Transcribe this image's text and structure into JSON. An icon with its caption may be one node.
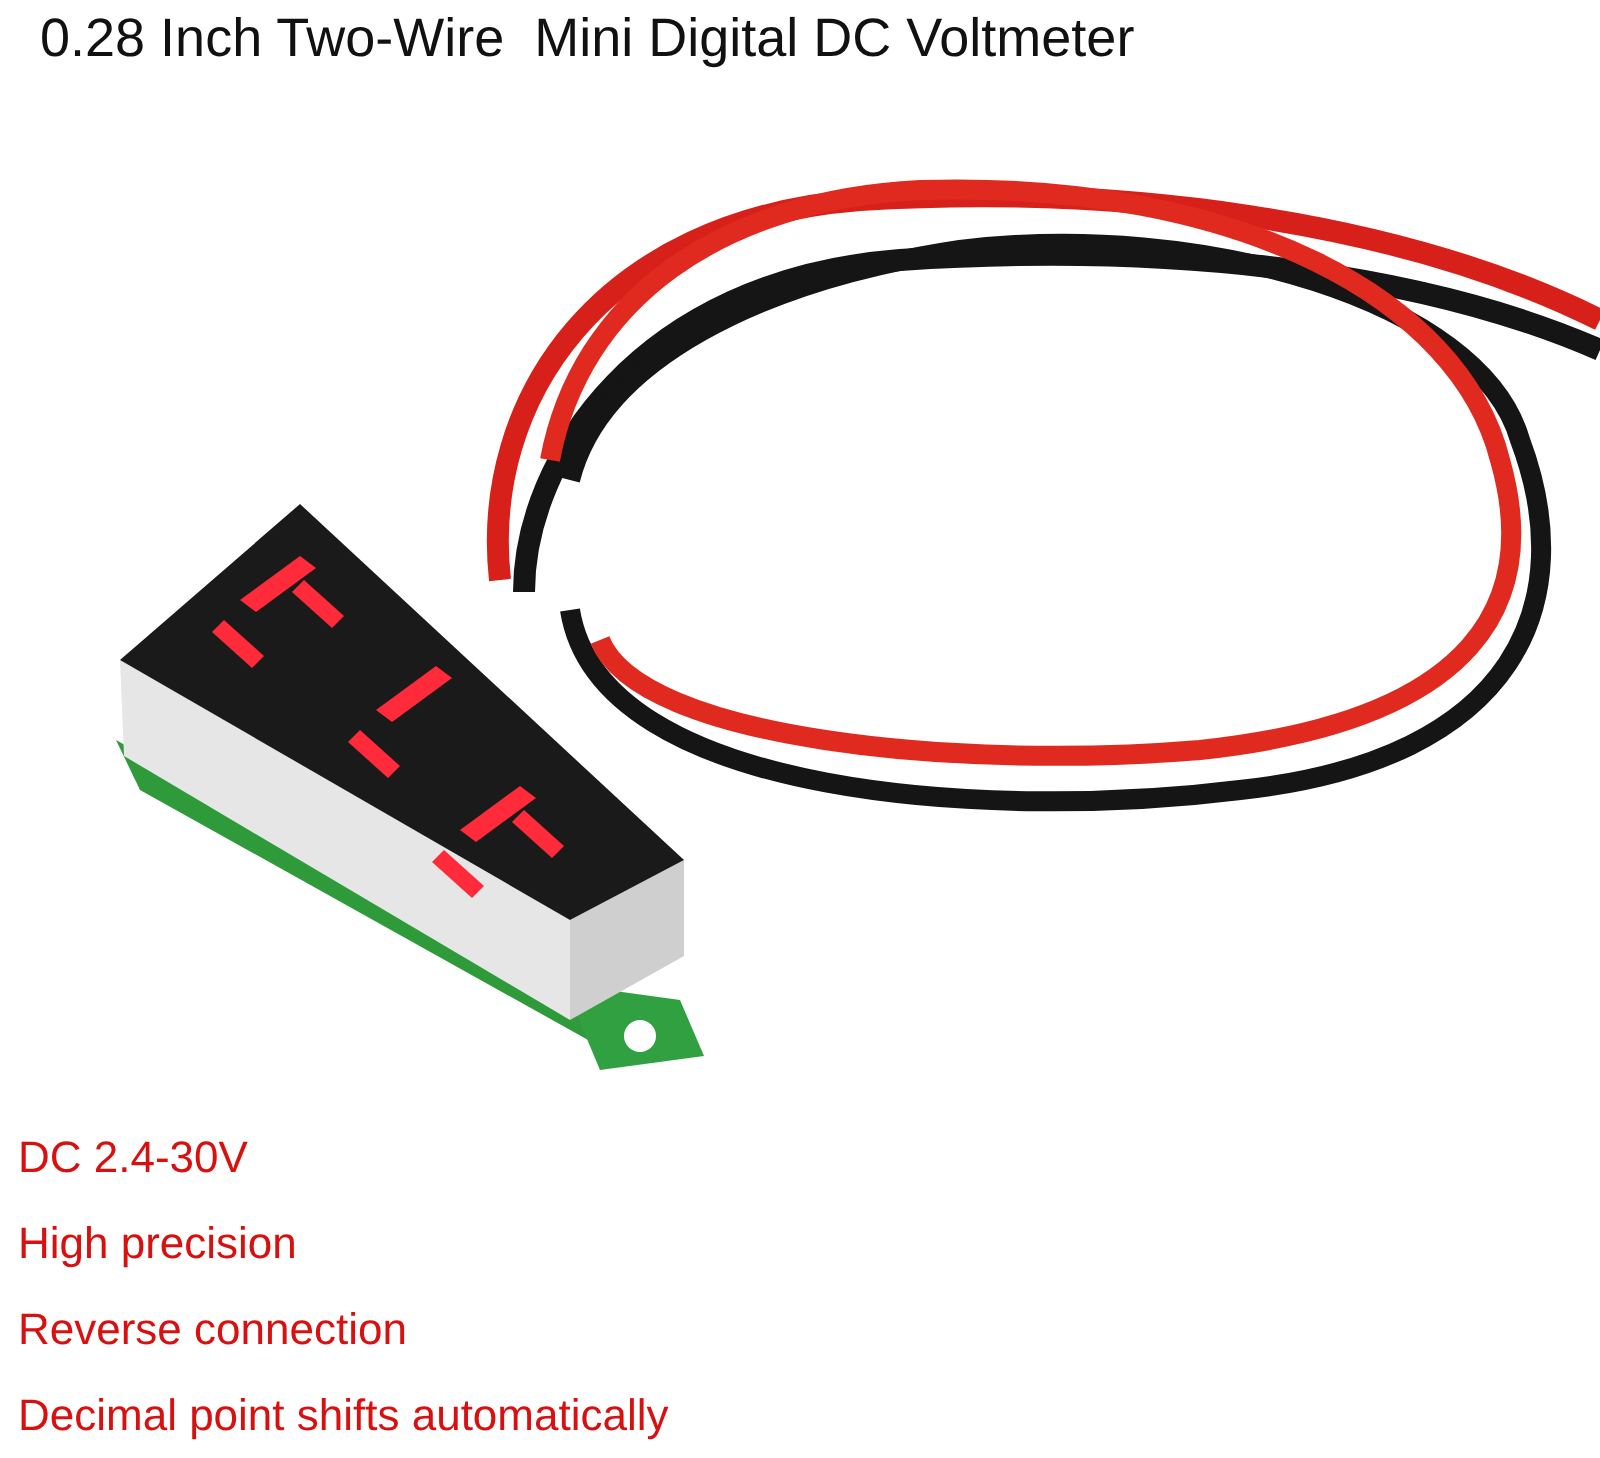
{
  "diagram": {
    "title": "0.28 Inch Two-Wire  Mini Digital DC Voltmeter",
    "labels": [
      "DC 2.4-30V",
      "High precision",
      "Reverse connection",
      "Decimal point shifts automatically"
    ]
  }
}
